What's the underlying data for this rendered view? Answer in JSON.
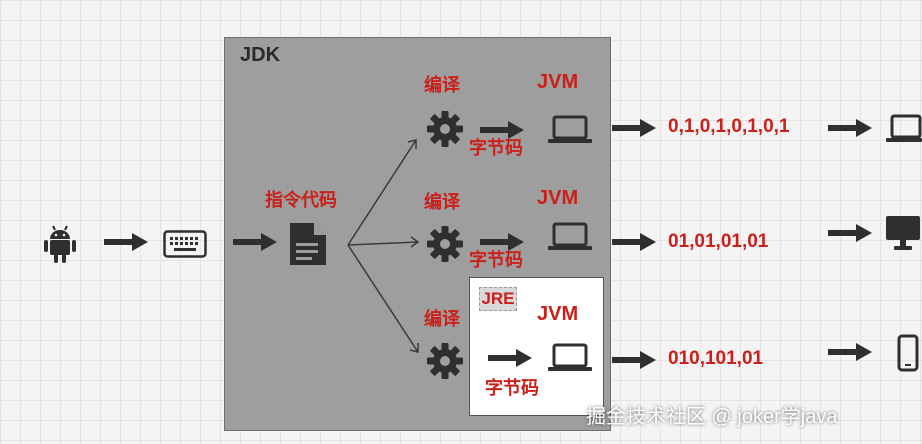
{
  "jdk": {
    "label": "JDK"
  },
  "jre": {
    "label": "JRE"
  },
  "instruction": {
    "label": "指令代码"
  },
  "rows": [
    {
      "compile": "编译",
      "bytecode": "字节码",
      "vm": "JVM",
      "output": "0,1,0,1,0,1,0,1",
      "device": "laptop-icon"
    },
    {
      "compile": "编译",
      "bytecode": "字节码",
      "vm": "JVM",
      "output": "01,01,01,01",
      "device": "monitor-icon"
    },
    {
      "compile": "编译",
      "bytecode": "字节码",
      "vm": "JVM",
      "output": "010,101,01",
      "device": "phone-icon"
    }
  ],
  "watermark": "掘金技术社区 @ joker学java",
  "colors": {
    "accent": "#cc1f1a",
    "jdk_bg": "#9e9e9e",
    "icon": "#2f2f2f"
  }
}
